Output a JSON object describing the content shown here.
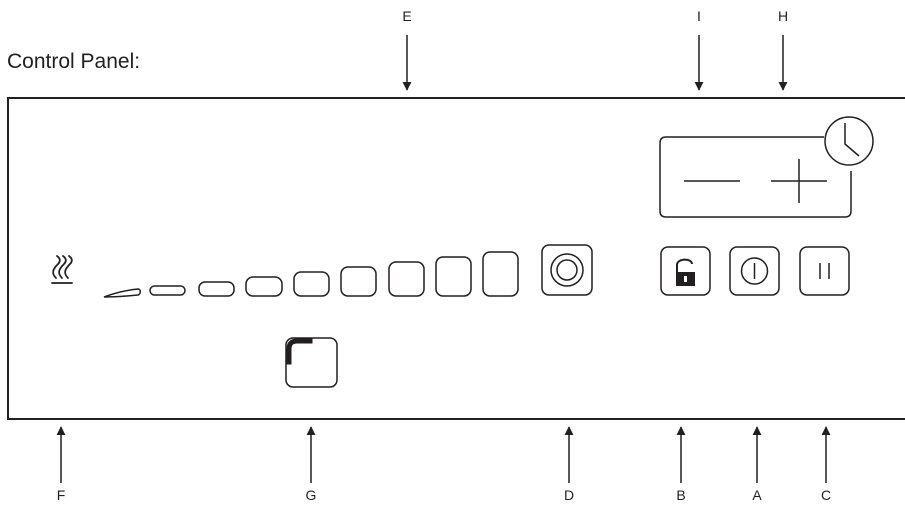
{
  "title": "Control Panel:",
  "callouts": {
    "A": "A",
    "B": "B",
    "C": "C",
    "D": "D",
    "E": "E",
    "F": "F",
    "G": "G",
    "H": "H",
    "I": "I"
  },
  "icons": {
    "heat_indicator": "heat-waves-icon",
    "power_level_slider": "power-level-slider",
    "booster": "booster-icon",
    "bridge": "bridge-zone-icon",
    "lock": "lock-icon",
    "power": "power-icon",
    "pause": "pause-icon",
    "timer": "clock-icon",
    "timer_minus": "minus-icon",
    "timer_plus": "plus-icon"
  },
  "colors": {
    "line": "#231f20",
    "background": "#ffffff"
  }
}
